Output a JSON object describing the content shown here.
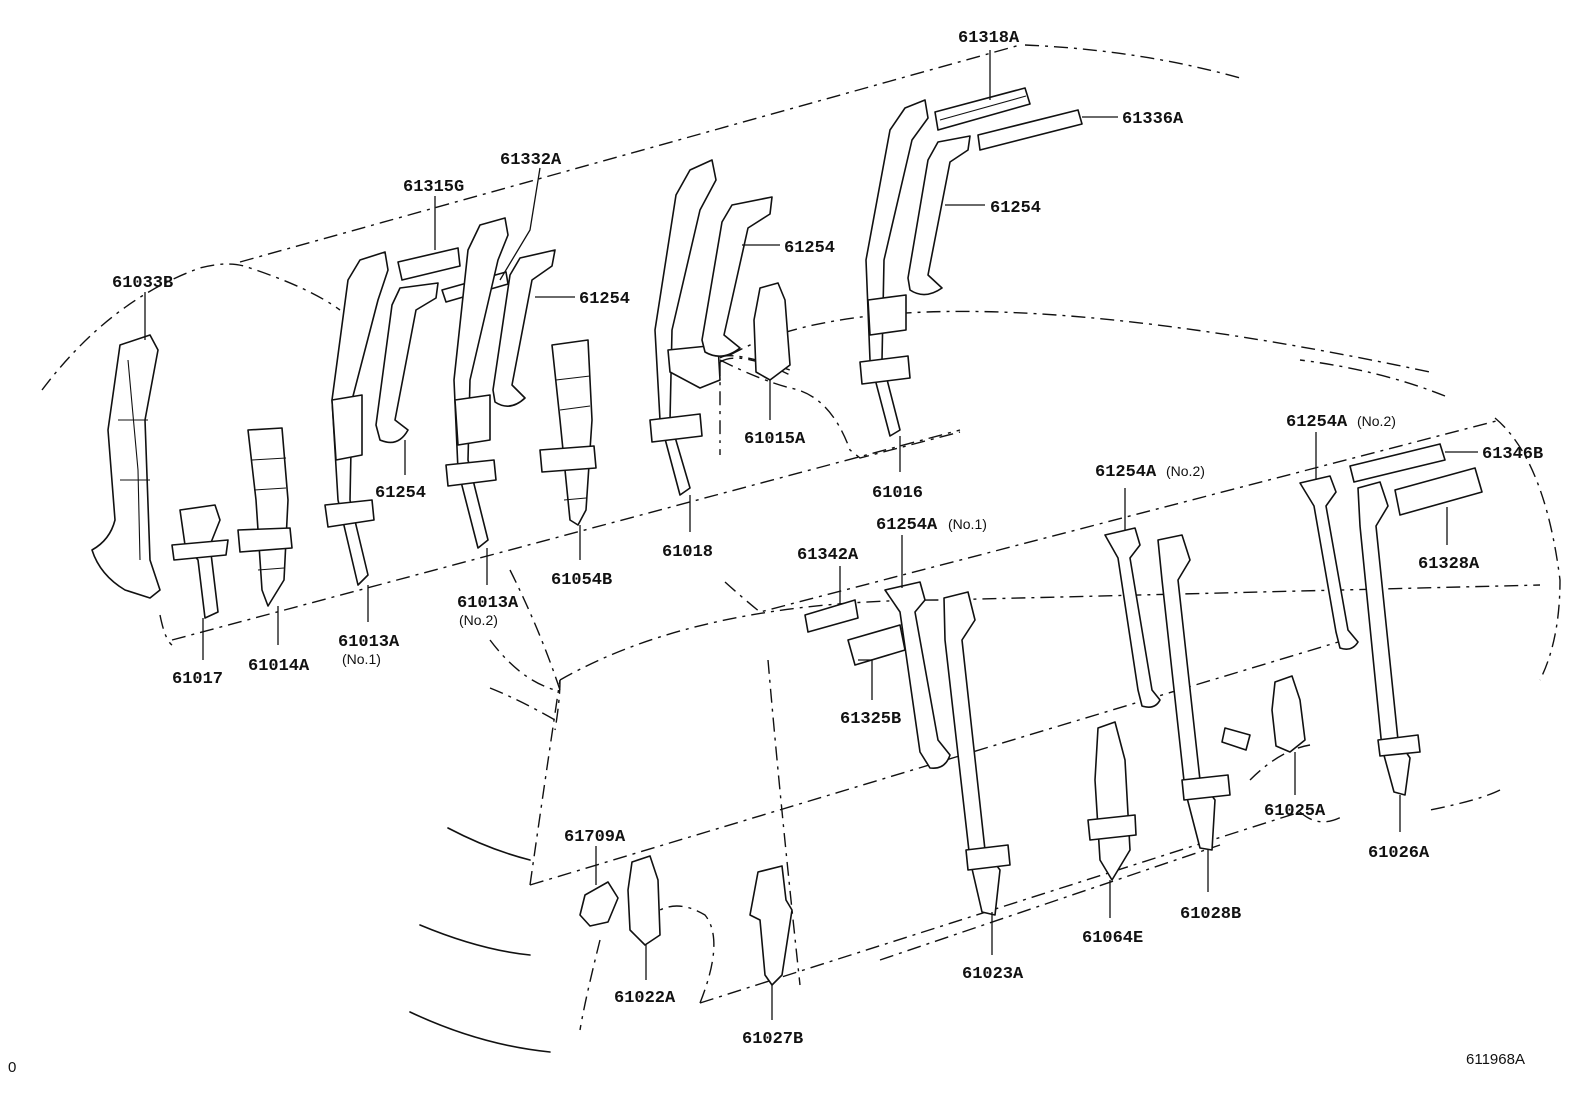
{
  "labels": {
    "p61318A": "61318A",
    "p61336A": "61336A",
    "p61254_4": "61254",
    "p61254_3": "61254",
    "p61254_2": "61254",
    "p61254_1": "61254",
    "p61332A": "61332A",
    "p61315G": "61315G",
    "p61033B": "61033B",
    "p61015A": "61015A",
    "p61016": "61016",
    "p61018": "61018",
    "p61054B": "61054B",
    "p61013A_2": "61013A",
    "p61013A_1": "61013A",
    "p61014A": "61014A",
    "p61017": "61017",
    "p61254A_no2_a": "61254A",
    "p61254A_no2_b": "61254A",
    "p61346B": "61346B",
    "p61328A": "61328A",
    "p61254A_no1": "61254A",
    "p61342A": "61342A",
    "p61325B": "61325B",
    "p61025A": "61025A",
    "p61026A": "61026A",
    "p61709A": "61709A",
    "p61022A": "61022A",
    "p61027B": "61027B",
    "p61023A": "61023A",
    "p61064E": "61064E",
    "p61028B": "61028B"
  },
  "qualifiers": {
    "no1": "(No.1)",
    "no2": "(No.2)"
  },
  "corner": {
    "left": "0",
    "right": "611968A"
  }
}
